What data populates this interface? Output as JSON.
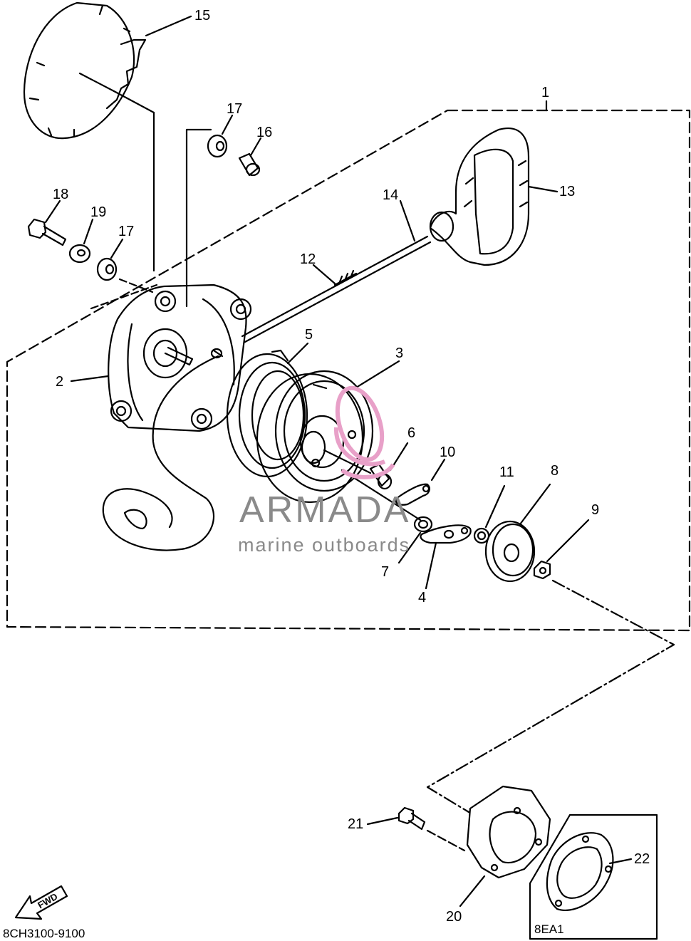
{
  "labels": {
    "p1": "1",
    "p2": "2",
    "p3": "3",
    "p4": "4",
    "p5": "5",
    "p6": "6",
    "p7": "7",
    "p8": "8",
    "p9": "9",
    "p10": "10",
    "p11": "11",
    "p12": "12",
    "p13": "13",
    "p14": "14",
    "p15": "15",
    "p16": "16",
    "p17a": "17",
    "p17b": "17",
    "p18": "18",
    "p19": "19",
    "p20": "20",
    "p21": "21",
    "p22": "22"
  },
  "codes": {
    "kit": "8EA1",
    "diagram": "8CH3100-9100"
  },
  "fwd": "FWD",
  "watermark": {
    "title": "ARMADA",
    "subtitle": "marine outboards",
    "accent_color": "#e8a0c8"
  },
  "colors": {
    "line": "#000000",
    "background": "#ffffff"
  }
}
